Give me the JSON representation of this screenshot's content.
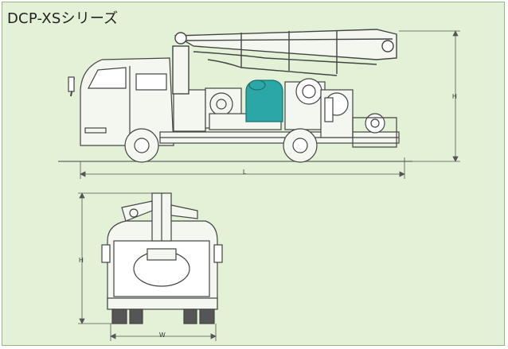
{
  "title": "DCP-XSシリーズ",
  "dimensions": {
    "side_length_label": "L",
    "side_height_label": "H",
    "front_height_label": "H",
    "front_width_label": "W"
  },
  "colors": {
    "panel_background": "#e3f1d6",
    "line": "#444444",
    "pump_accent": "#2aa7a6"
  },
  "views": [
    "side-view",
    "rear-view"
  ]
}
